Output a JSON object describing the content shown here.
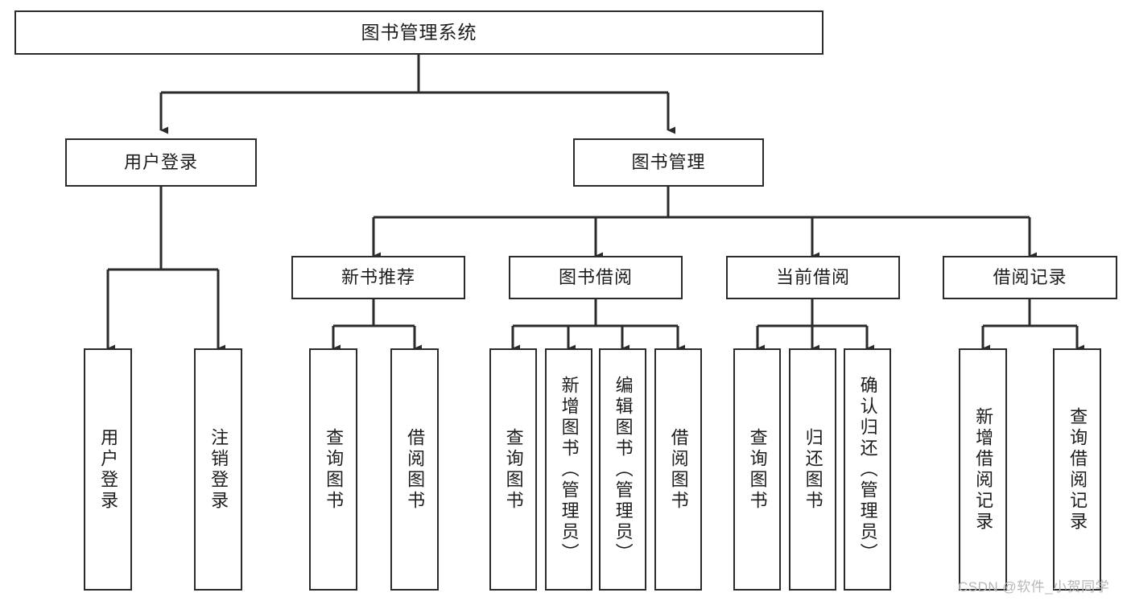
{
  "diagram": {
    "title": "图书管理系统",
    "type": "hierarchy-tree",
    "orientation": "top-down",
    "colors": {
      "stroke": "#2b2b2b",
      "fill": "#ffffff",
      "text": "#1d1d1d",
      "watermark": "#b7b7b7"
    },
    "levels": {
      "root": [
        "图书管理系统"
      ],
      "level1": [
        "用户登录",
        "图书管理"
      ],
      "level2": [
        "新书推荐",
        "图书借阅",
        "当前借阅",
        "借阅记录"
      ],
      "leaves": [
        "用户登录",
        "注销登录",
        "查询图书",
        "借阅图书",
        "查询图书",
        "新增图书（管理员）",
        "编辑图书（管理员）",
        "借阅图书",
        "查询图书",
        "归还图书",
        "确认归还（管理员）",
        "新增借阅记录",
        "查询借阅记录"
      ]
    }
  },
  "nodes": {
    "root": {
      "label": "图书管理系统"
    },
    "user_login": {
      "label": "用户登录"
    },
    "book_manage": {
      "label": "图书管理"
    },
    "new_book_rec": {
      "label": "新书推荐"
    },
    "book_borrow": {
      "label": "图书借阅"
    },
    "current_borrow": {
      "label": "当前借阅"
    },
    "borrow_record": {
      "label": "借阅记录"
    },
    "leaf_user_login": {
      "label": "用户登录"
    },
    "leaf_logout": {
      "label": "注销登录"
    },
    "leaf_query_book_a": {
      "label": "查询图书"
    },
    "leaf_borrow_book_a": {
      "label": "借阅图书"
    },
    "leaf_query_book_b": {
      "label": "查询图书"
    },
    "leaf_add_book": {
      "label": "新增图书（管理员）"
    },
    "leaf_edit_book": {
      "label": "编辑图书（管理员）"
    },
    "leaf_borrow_book_b": {
      "label": "借阅图书"
    },
    "leaf_query_book_c": {
      "label": "查询图书"
    },
    "leaf_return_book": {
      "label": "归还图书"
    },
    "leaf_confirm_return": {
      "label": "确认归还（管理员）"
    },
    "leaf_add_record": {
      "label": "新增借阅记录"
    },
    "leaf_query_record": {
      "label": "查询借阅记录"
    }
  },
  "watermark": {
    "text": "CSDN @软件_小贺同学"
  }
}
